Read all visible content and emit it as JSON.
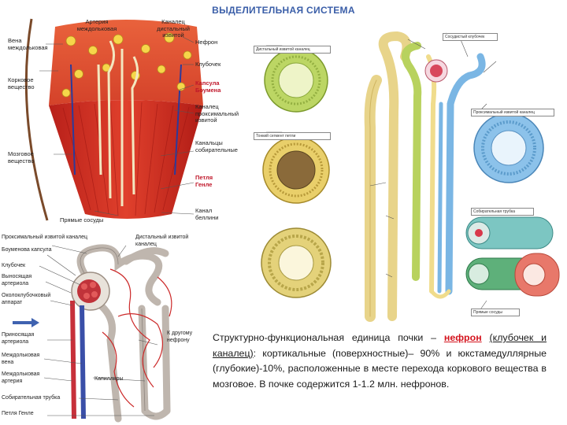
{
  "title": "ВЫДЕЛИТЕЛЬНАЯ СИСТЕМА",
  "kidney_section": {
    "labels": {
      "arteria": "Артерия междольковая",
      "kanalets": "Каналец дистальный извитой",
      "vena": "Вена междольковая",
      "nefron": "Нефрон",
      "klubochek": "Клубочек",
      "korkovoe": "Корковое вещество",
      "kapsula": "Капсула Боумена",
      "prox": "Каналец проксимальный извитой",
      "mozgovoe": "Мозговое вещество",
      "sobiratelnye": "Канальцы собирательные",
      "petlya": "Петля Генле",
      "pryamye": "Прямые сосуды",
      "bellini": "Канал беллини"
    }
  },
  "nephron_detail": {
    "labels": {
      "prox": "Проксимальный извитой каналец",
      "distal": "Дистальный извитой каналец",
      "capsule": "Боуменова капсула",
      "glomerulus": "Клубочек",
      "efferent": "Выносящая артериола",
      "jga": "Околоклубочковый аппарат",
      "afferent": "Приносящая артериола",
      "vein": "Междольковая вена",
      "artery": "Междольковая артерия",
      "next": "К другому нефрону",
      "capillaries": "Капилляры",
      "collecting": "Собирательная трубка",
      "loop": "Петля Генле"
    }
  },
  "tubule_figure": {
    "labels": {
      "distal_head": "Дистальный извитой каналец",
      "thin_head": "Тонкий сегмент петли",
      "glom_head": "Сосудистый клубочек",
      "prox_head": "Проксимальный извитой каналец",
      "cd_head": "Собирательная трубка",
      "vessels": "Прямые сосуды"
    }
  },
  "text": {
    "part1": "Структурно-функциональная единица почки – ",
    "nephron": "нефрон",
    "part2": "(клубочек и каналец)",
    "part3": ": кортикальные (поверхностные)– 90% и юкстамедуллярные (глубокие)-10%, расположенные в месте перехода коркового вещества в мозговое. В почке содержится 1-1.2 млн. нефронов."
  },
  "colors": {
    "title": "#3a5ea8",
    "highlight": "#d4141e",
    "cortex": "#d9462e",
    "medulla": "#c8281e",
    "tubule_yellow": "#f2d66a",
    "tubule_green": "#b8d25e",
    "tubule_blue": "#7ab6e4"
  }
}
